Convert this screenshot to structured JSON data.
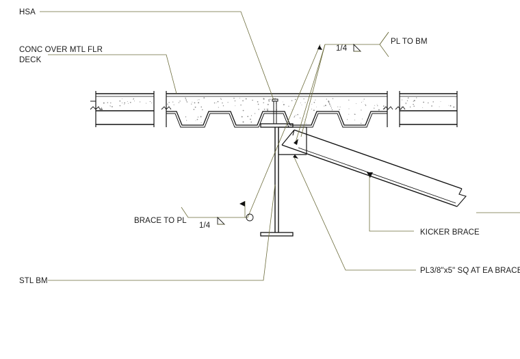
{
  "labels": {
    "hsa": "HSA",
    "deck_line1": "CONC OVER MTL FLR",
    "deck_line2": "DECK",
    "pl_to_bm": "PL TO BM",
    "weld_top": "1/4",
    "brace_to_pl": "BRACE TO PL",
    "weld_bottom": "1/4",
    "kicker_brace": "KICKER BRACE",
    "plate": "PL3/8\"x5\" SQ AT EA BRACE",
    "stl_bm": "STL BM"
  },
  "colors": {
    "ink": "#111111",
    "leader": "#6b6b3a",
    "concrete_speckle": "#8a8a8a",
    "background": "#ffffff"
  }
}
